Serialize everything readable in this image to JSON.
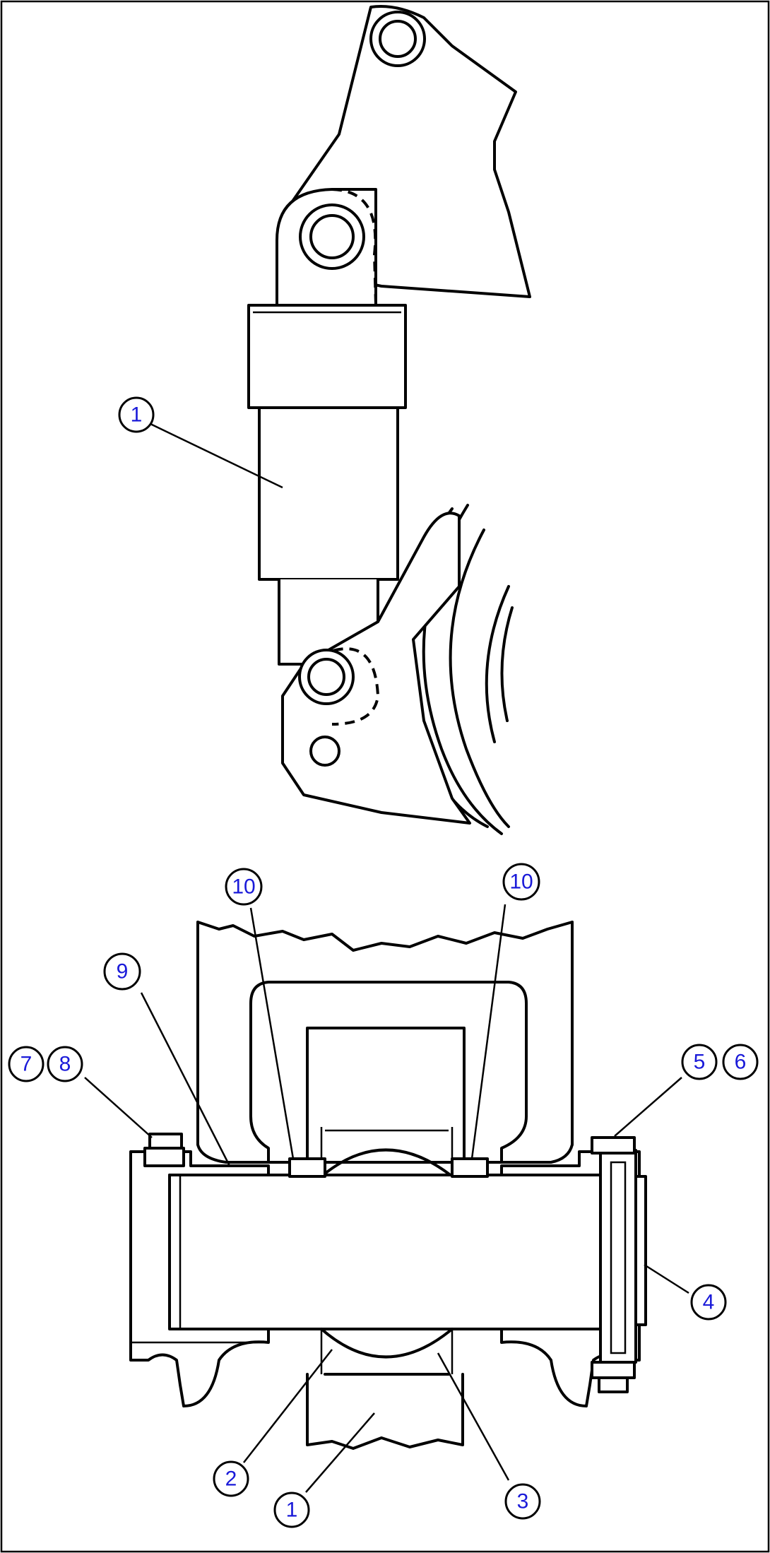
{
  "callouts": {
    "c1_top": "1",
    "c10_left": "10",
    "c10_right": "10",
    "c9": "9",
    "c7": "7",
    "c8": "8",
    "c5": "5",
    "c6": "6",
    "c4": "4",
    "c2": "2",
    "c3": "3",
    "c1_bottom": "1"
  },
  "colors": {
    "callout_text": "#1a1ad9",
    "line": "#000000",
    "background": "#ffffff"
  }
}
